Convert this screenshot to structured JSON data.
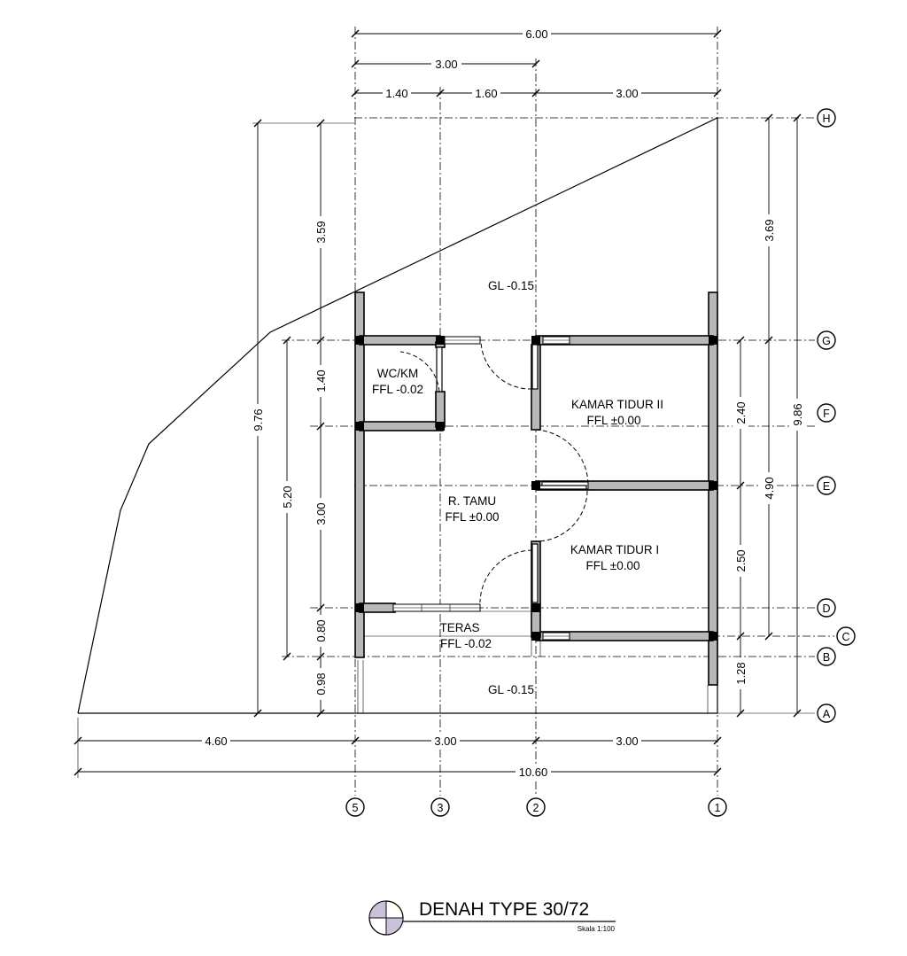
{
  "dimensions": {
    "top_total": "6.00",
    "top_mid": "3.00",
    "top_a": "1.40",
    "top_b": "1.60",
    "top_c": "3.00",
    "bottom_a": "4.60",
    "bottom_b": "3.00",
    "bottom_c": "3.00",
    "bottom_total": "10.60",
    "left_total": "9.76",
    "left_a": "3.59",
    "left_b": "1.40",
    "left_c": "3.00",
    "left_d": "0.80",
    "left_e": "0.98",
    "left_mid": "5.20",
    "right_a": "3.69",
    "right_b": "2.40",
    "right_c": "2.50",
    "right_d": "1.28",
    "right_mid": "4.90",
    "right_total": "9.86"
  },
  "rooms": {
    "yard_top": "GL -0.15",
    "wc_name": "WC/KM",
    "wc_level": "FFL -0.02",
    "bedroom2_name": "KAMAR TIDUR II",
    "bedroom2_level": "FFL ±0.00",
    "living_name": "R. TAMU",
    "living_level": "FFL ±0.00",
    "bedroom1_name": "KAMAR TIDUR I",
    "bedroom1_level": "FFL ±0.00",
    "terrace_name": "TERAS",
    "terrace_level": "FFL -0.02",
    "yard_bottom": "GL -0.15"
  },
  "grid_rows": [
    "H",
    "G",
    "F",
    "E",
    "D",
    "C",
    "B",
    "A"
  ],
  "grid_cols": [
    "5",
    "3",
    "2",
    "1"
  ],
  "drawing": {
    "title": "DENAH TYPE 30/72",
    "scale": "Skala 1:100"
  }
}
